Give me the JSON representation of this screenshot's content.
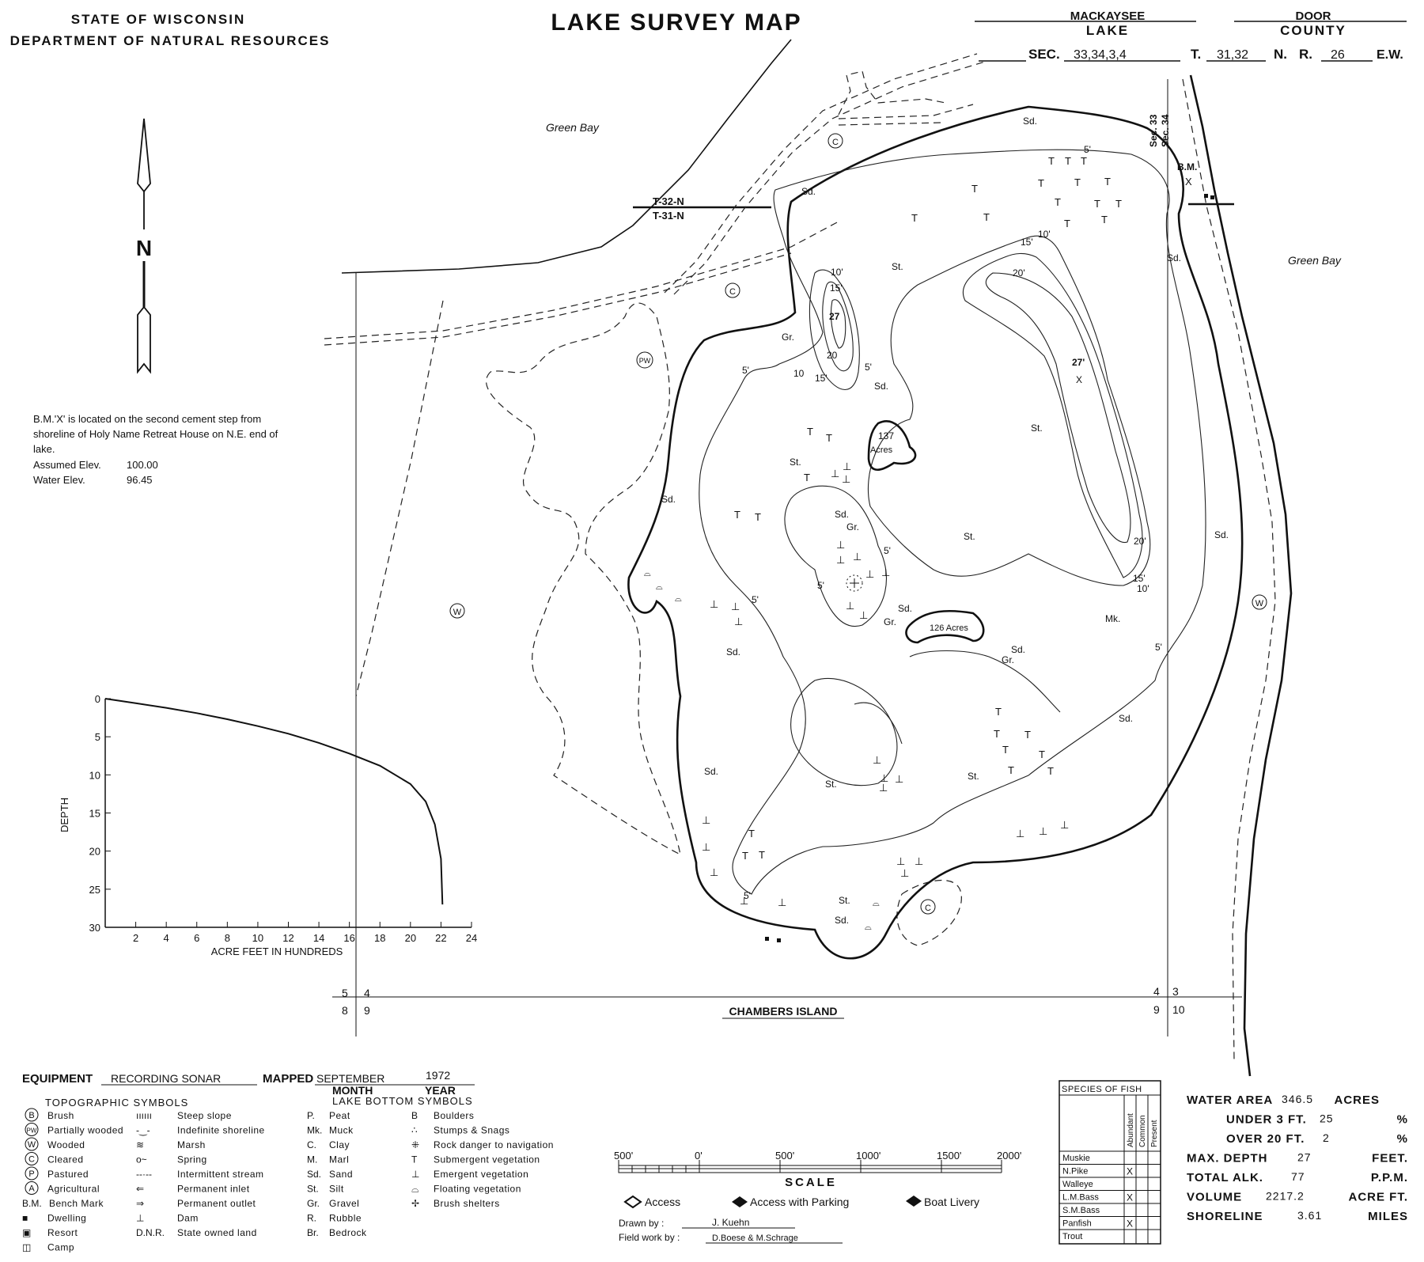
{
  "header": {
    "agency_line1": "STATE OF WISCONSIN",
    "agency_line2": "DEPARTMENT OF NATURAL RESOURCES",
    "title": "LAKE SURVEY MAP",
    "lake_name": "MACKAYSEE",
    "lake_label": "LAKE",
    "county_name": "DOOR",
    "county_label": "COUNTY",
    "sec_label": "SEC.",
    "sec_value": "33,34,3,4",
    "t_label": "T.",
    "t_value": "31,32",
    "n_label": "N.",
    "r_label": "R.",
    "r_value": "26",
    "e_label": "E.W."
  },
  "north_arrow": {
    "label": "N"
  },
  "benchmark": {
    "line1": "B.M.'X' is located on the second cement step from",
    "line2": "shoreline of Holy Name Retreat House on N.E. end of",
    "line3": "lake.",
    "assumed_label": "Assumed Elev.",
    "assumed_value": "100.00",
    "water_label": "Water Elev.",
    "water_value": "96.45"
  },
  "map_labels": {
    "green_bay_1": "Green Bay",
    "green_bay_2": "Green Bay",
    "t32": "T-32-N",
    "t31": "T-31-N",
    "sec33": "Sec. 33",
    "sec34": "Sec. 34",
    "bm": "B.M.",
    "bm_x": "X",
    "chambers": "CHAMBERS ISLAND",
    "island1": "137",
    "island1b": "Acres",
    "island2": "126 Acres",
    "deep_27a": "27",
    "deep_27b": "27'",
    "deep_x": "X",
    "c": "C",
    "w": "W",
    "pw": "PW",
    "sd": "Sd.",
    "st": "St.",
    "gr": "Gr.",
    "mk": "Mk.",
    "d5": "5'",
    "d10": "10'",
    "d10b": "10",
    "d15": "15'",
    "d20": "20'",
    "d20b": "20",
    "grid": [
      "5",
      "4",
      "8",
      "9",
      "4",
      "3",
      "9",
      "10"
    ]
  },
  "chart_data": {
    "type": "line",
    "title": "",
    "xlabel": "ACRE FEET IN HUNDREDS",
    "ylabel": "DEPTH",
    "x_ticks": [
      2,
      4,
      6,
      8,
      10,
      12,
      14,
      16,
      18,
      20,
      22,
      24
    ],
    "y_ticks": [
      0,
      5,
      10,
      15,
      20,
      25,
      30
    ],
    "xlim": [
      0,
      24
    ],
    "ylim": [
      0,
      30
    ],
    "series": [
      {
        "x": [
          0,
          2,
          4,
          6,
          8,
          10,
          12,
          14,
          16,
          18,
          20,
          21,
          21.6,
          22,
          22.1
        ],
        "y": [
          0,
          0.6,
          1.2,
          1.9,
          2.7,
          3.6,
          4.6,
          5.8,
          7.2,
          8.8,
          11.2,
          13.5,
          16.5,
          21,
          27
        ]
      }
    ]
  },
  "equipment": {
    "label": "EQUIPMENT",
    "value": "RECORDING SONAR",
    "mapped_label": "MAPPED",
    "month": "SEPTEMBER",
    "year": "1972",
    "month_label": "MONTH",
    "year_label": "YEAR"
  },
  "legend": {
    "topo_title": "TOPOGRAPHIC SYMBOLS",
    "bottom_title": "LAKE BOTTOM SYMBOLS",
    "col1": [
      {
        "sym": "B",
        "label": "Brush"
      },
      {
        "sym": "PW",
        "label": "Partially wooded"
      },
      {
        "sym": "W",
        "label": "Wooded"
      },
      {
        "sym": "C",
        "label": "Cleared"
      },
      {
        "sym": "P",
        "label": "Pastured"
      },
      {
        "sym": "A",
        "label": "Agricultural"
      },
      {
        "sym": "B.M.",
        "label": "Bench Mark"
      },
      {
        "sym": "■",
        "label": "Dwelling"
      },
      {
        "sym": "▣",
        "label": "Resort"
      },
      {
        "sym": "◫",
        "label": "Camp"
      }
    ],
    "col2": [
      {
        "sym": "ıııııı",
        "label": "Steep slope"
      },
      {
        "sym": "-‿-",
        "label": "Indefinite shoreline"
      },
      {
        "sym": "≋",
        "label": "Marsh"
      },
      {
        "sym": "o~",
        "label": "Spring"
      },
      {
        "sym": "--·--",
        "label": "Intermittent stream"
      },
      {
        "sym": "⇐",
        "label": "Permanent inlet"
      },
      {
        "sym": "⇒",
        "label": "Permanent outlet"
      },
      {
        "sym": "⊥",
        "label": "Dam"
      },
      {
        "sym": "D.N.R.",
        "label": "State owned land"
      }
    ],
    "col3": [
      {
        "sym": "P.",
        "label": "Peat"
      },
      {
        "sym": "Mk.",
        "label": "Muck"
      },
      {
        "sym": "C.",
        "label": "Clay"
      },
      {
        "sym": "M.",
        "label": "Marl"
      },
      {
        "sym": "Sd.",
        "label": "Sand"
      },
      {
        "sym": "St.",
        "label": "Silt"
      },
      {
        "sym": "Gr.",
        "label": "Gravel"
      },
      {
        "sym": "R.",
        "label": "Rubble"
      },
      {
        "sym": "Br.",
        "label": "Bedrock"
      }
    ],
    "col4": [
      {
        "sym": "B",
        "label": "Boulders"
      },
      {
        "sym": "∴",
        "label": "Stumps & Snags"
      },
      {
        "sym": "⁜",
        "label": "Rock danger to navigation"
      },
      {
        "sym": "T",
        "label": "Submergent vegetation"
      },
      {
        "sym": "⊥",
        "label": "Emergent vegetation"
      },
      {
        "sym": "⌓",
        "label": "Floating vegetation"
      },
      {
        "sym": "✢",
        "label": "Brush shelters"
      }
    ]
  },
  "scale": {
    "ticks": [
      "500'",
      "0'",
      "500'",
      "1000'",
      "1500'",
      "2000'"
    ],
    "label": "SCALE",
    "access": "Access",
    "access_parking": "Access with Parking",
    "boat_livery": "Boat Livery",
    "drawn_label": "Drawn by :",
    "drawn_value": "J. Kuehn",
    "field_label": "Field work by :",
    "field_value": "D.Boese & M.Schrage"
  },
  "fish": {
    "title": "SPECIES OF FISH",
    "columns": [
      "Abundant",
      "Common",
      "Present"
    ],
    "rows": [
      {
        "name": "Muskie",
        "mark": ""
      },
      {
        "name": "N.Pike",
        "mark": "X"
      },
      {
        "name": "Walleye",
        "mark": ""
      },
      {
        "name": "L.M.Bass",
        "mark": "X"
      },
      {
        "name": "S.M.Bass",
        "mark": ""
      },
      {
        "name": "Panfish",
        "mark": "X"
      },
      {
        "name": "Trout",
        "mark": ""
      }
    ]
  },
  "stats": {
    "water_area_label": "WATER AREA",
    "water_area": "346.5",
    "water_area_unit": "ACRES",
    "under_label": "UNDER 3 FT.",
    "under": "25",
    "under_unit": "%",
    "over_label": "OVER 20 FT.",
    "over": "2",
    "over_unit": "%",
    "depth_label": "MAX. DEPTH",
    "depth": "27",
    "depth_unit": "FEET.",
    "alk_label": "TOTAL ALK.",
    "alk": "77",
    "alk_unit": "P.P.M.",
    "volume_label": "VOLUME",
    "volume": "2217.2",
    "volume_unit": "ACRE FT.",
    "shore_label": "SHORELINE",
    "shore": "3.61",
    "shore_unit": "MILES"
  }
}
